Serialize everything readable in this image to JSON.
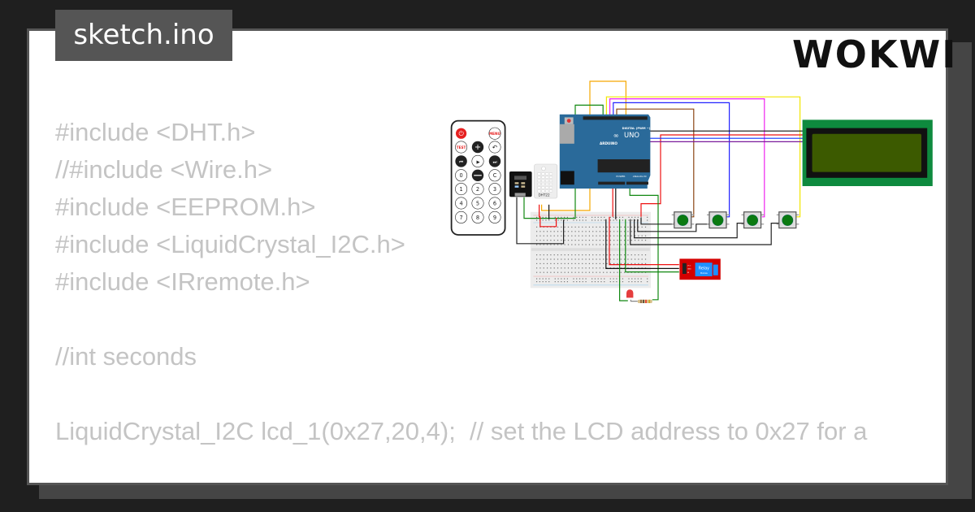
{
  "title": "sketch.ino",
  "code_lines": [
    "#include <DHT.h>",
    "//#include <Wire.h>",
    "#include <EEPROM.h>",
    "#include <LiquidCrystal_I2C.h>",
    "#include <IRremote.h>",
    "",
    "//int seconds",
    "",
    "LiquidCrystal_I2C lcd_1(0x27,20,4);  // set the LCD address to 0x27 for a"
  ],
  "logo": "WOKWI",
  "remote": {
    "buttons": [
      "MENU",
      "TEST",
      "0",
      "C",
      "1",
      "2",
      "3",
      "4",
      "5",
      "6",
      "7",
      "8",
      "9"
    ]
  },
  "arduino": {
    "model": "UNO",
    "brand": "ARDUINO",
    "digital": "DIGITAL (PWM ~)",
    "power": "POWER",
    "analog": "ANALOG IN"
  },
  "dht": {
    "label": "DHT22"
  },
  "relay": {
    "title": "Relay",
    "subtitle": "Module",
    "pins": [
      "VCC",
      "GND",
      "IN"
    ]
  },
  "colors": {
    "lcd_pcb": "#0e8a3e",
    "lcd_screen": "#3c5a00",
    "arduino": "#2a6a9a",
    "button": "#0a7a10",
    "relay": "#d40000",
    "relay_blue": "#1e90ff"
  }
}
